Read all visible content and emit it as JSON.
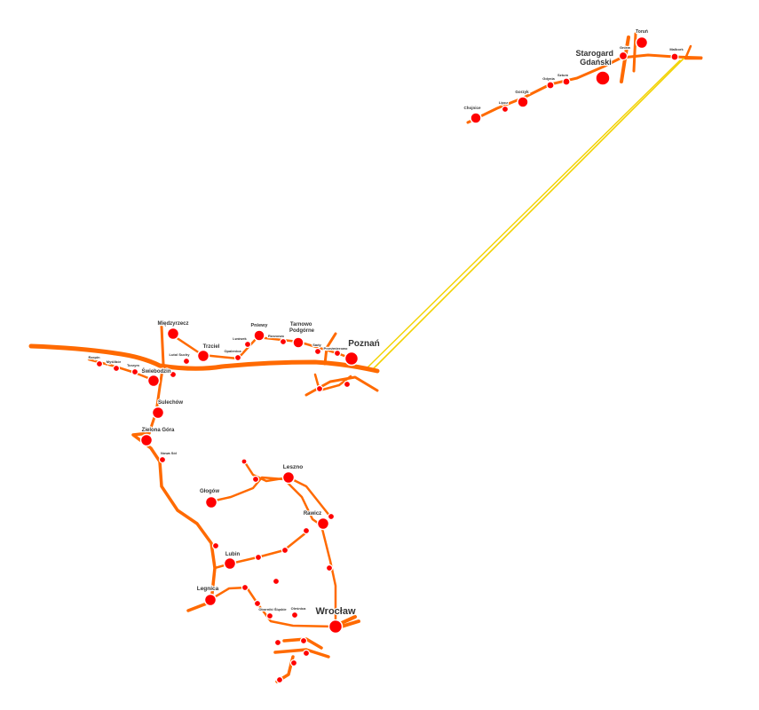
{
  "map": {
    "colors": {
      "route": "#ff6a00",
      "link": "#f2d200",
      "city": "#ff0000",
      "city_outline": "#ffffff",
      "label": "#333333"
    },
    "cities": [
      {
        "id": "torun",
        "label": "Toruń"
      },
      {
        "id": "starogard",
        "label": "Starogard\nGdański"
      },
      {
        "id": "gniew",
        "label": "Gniew"
      },
      {
        "id": "malbork",
        "label": "Malbork"
      },
      {
        "id": "sztum",
        "label": "Sztum"
      },
      {
        "id": "gdynia",
        "label": "Gdynia"
      },
      {
        "id": "gorzyk",
        "label": "Gorzyk"
      },
      {
        "id": "lipcz",
        "label": "Lipcz"
      },
      {
        "id": "chojnice",
        "label": "Chojnice"
      },
      {
        "id": "miedzyrzecz",
        "label": "Międzyrzecz"
      },
      {
        "id": "pniewy",
        "label": "Pniewy"
      },
      {
        "id": "tarnowo",
        "label": "Tarnowo\nPodgórne"
      },
      {
        "id": "poznan",
        "label": "Poznań"
      },
      {
        "id": "trzciel",
        "label": "Trzciel"
      },
      {
        "id": "lwowek",
        "label": "Lwówek"
      },
      {
        "id": "rosnowo",
        "label": "Rosnowo"
      },
      {
        "id": "sady",
        "label": "Sady"
      },
      {
        "id": "przezmierowo",
        "label": "Przeźmierowo"
      },
      {
        "id": "nowy_tomysl",
        "label": "Opalenica"
      },
      {
        "id": "lubuskie",
        "label": "Lutol Suchy"
      },
      {
        "id": "swiebodzin",
        "label": "Świebodzin"
      },
      {
        "id": "kargowa",
        "label": "Rzepin"
      },
      {
        "id": "myslibor",
        "label": "Myślibór"
      },
      {
        "id": "torzym",
        "label": "Torzym"
      },
      {
        "id": "sulechow",
        "label": "Sulechów"
      },
      {
        "id": "zielona_gora",
        "label": "Zielona Góra"
      },
      {
        "id": "nowa_sol",
        "label": "Nowa Sól"
      },
      {
        "id": "glogow",
        "label": "Głogów"
      },
      {
        "id": "leszno",
        "label": "Leszno"
      },
      {
        "id": "rawicz",
        "label": "Rawicz"
      },
      {
        "id": "lubin",
        "label": "Lubin"
      },
      {
        "id": "legnica",
        "label": "Legnica"
      },
      {
        "id": "wroclaw",
        "label": "Wrocław"
      },
      {
        "id": "oborniki",
        "label": "Oborniki Śląskie"
      },
      {
        "id": "olesnica",
        "label": "Oleśnica"
      }
    ]
  }
}
